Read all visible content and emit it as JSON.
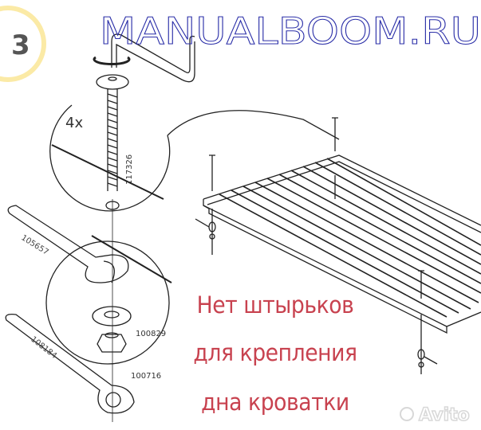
{
  "step_number": "3",
  "watermark": "MANUALBOOM.RU",
  "quantity": "4x",
  "parts": {
    "bolt": "117326",
    "allen_wrench": "105657",
    "washer": "100829",
    "nut": "100716",
    "spanner": "108184"
  },
  "caption": [
    "Нет штырьков",
    "для крепления",
    "дна кроватки"
  ],
  "avito_logo": "Avito",
  "colors": {
    "caption": "#c8424f",
    "watermark": "#2b2fa8",
    "step": "#555555",
    "line": "#222222"
  }
}
